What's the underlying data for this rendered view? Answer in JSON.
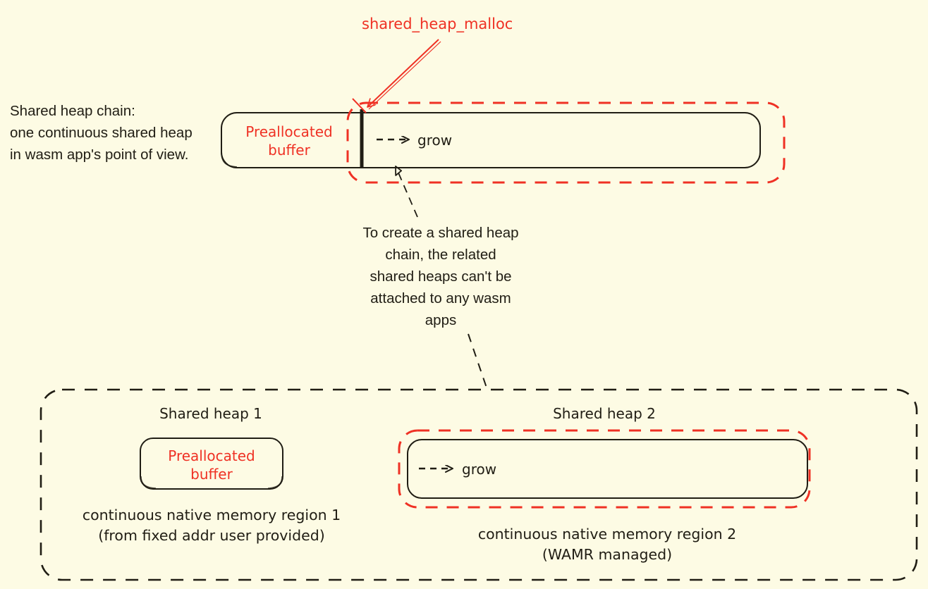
{
  "page": {
    "background_color": "#fdfbe4",
    "ink_color": "#201d14",
    "accent_color": "#ef3124",
    "title": "Shared heap chain diagram"
  },
  "top": {
    "caption": "Shared heap chain:\none continuous shared heap\nin wasm app's point of view.",
    "malloc_label": "shared_heap_malloc",
    "prealloc_label": "Preallocated\nbuffer",
    "grow_label": "grow"
  },
  "note": {
    "text": "To create a shared heap\nchain, the related\nshared heaps can't be\nattached to any wasm\napps"
  },
  "bottom": {
    "heap1": {
      "title": "Shared heap 1",
      "box_label": "Preallocated\nbuffer",
      "caption": "continuous native memory region 1\n(from fixed addr user provided)"
    },
    "heap2": {
      "title": "Shared heap 2",
      "grow_label": "grow",
      "caption": "continuous native memory region 2\n(WAMR managed)"
    }
  }
}
